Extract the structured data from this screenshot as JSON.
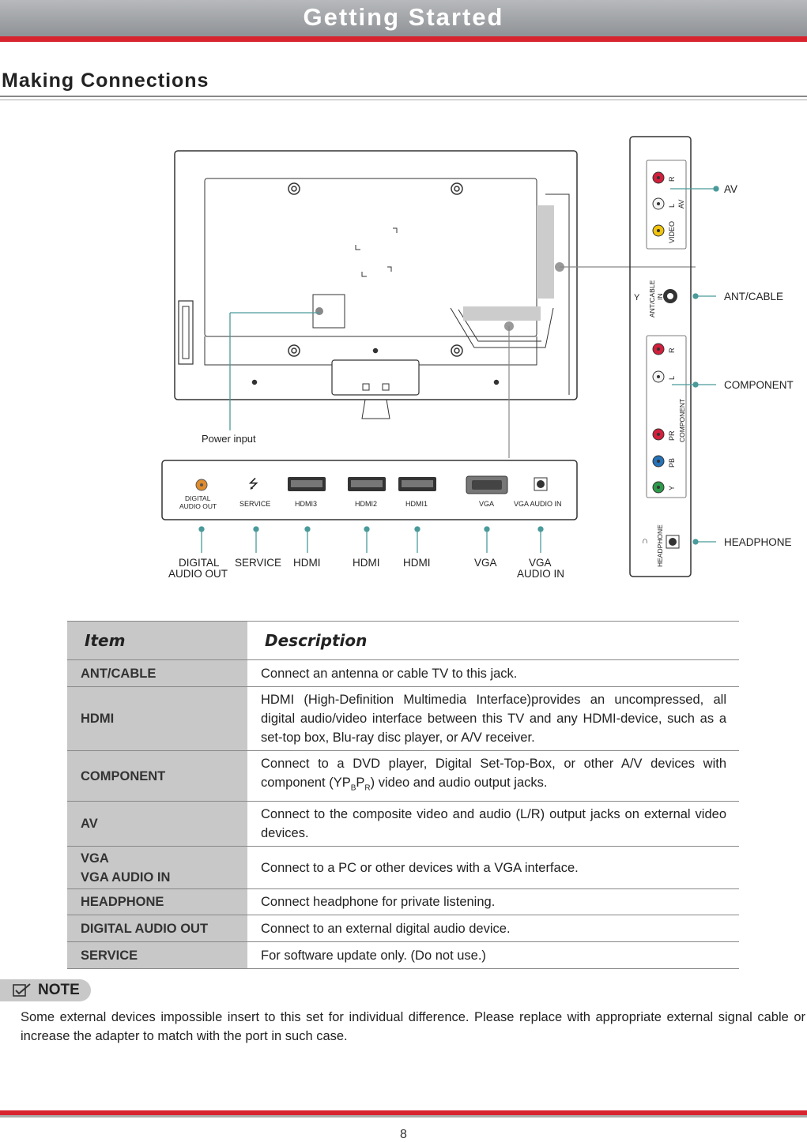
{
  "header": {
    "title": "Getting Started"
  },
  "section": {
    "title": "Making Connections"
  },
  "diagram": {
    "power_input": "Power input",
    "panel_labels": {
      "digital_audio_out_1": "DIGITAL",
      "digital_audio_out_2": "AUDIO OUT",
      "service": "SERVICE",
      "hdmi3": "HDMI3",
      "hdmi2": "HDMI2",
      "hdmi1": "HDMI1",
      "vga": "VGA",
      "vga_audio_in": "VGA AUDIO IN"
    },
    "callouts": {
      "digital_1": "DIGITAL",
      "digital_2": "AUDIO OUT",
      "service": "SERVICE",
      "hdmi_a": "HDMI",
      "hdmi_b": "HDMI",
      "hdmi_c": "HDMI",
      "vga": "VGA",
      "vga_audio_1": "VGA",
      "vga_audio_2": "AUDIO IN"
    },
    "side_panel": {
      "r": "R",
      "l": "L",
      "av": "AV",
      "video": "VIDEO",
      "ant_cable_1": "ANT/CABLE",
      "ant_cable_2": "IN",
      "comp_r": "R",
      "comp_l": "L",
      "pr": "PR",
      "pb": "PB",
      "y": "Y",
      "component": "COMPONENT",
      "headphone": "HEADPHONE"
    },
    "side_callouts": {
      "av": "AV",
      "ant_cable": "ANT/CABLE",
      "component": "COMPONENT",
      "headphone": "HEADPHONE"
    }
  },
  "table": {
    "headers": {
      "item": "Item",
      "description": "Description"
    },
    "rows": [
      {
        "item": "ANT/CABLE",
        "description": "Connect an antenna or cable TV to this jack."
      },
      {
        "item": "HDMI",
        "description": "HDMI (High-Definition Multimedia Interface)provides an uncompressed, all digital audio/video interface between this TV and any HDMI-device, such as a set-top box, Blu-ray disc player, or A/V receiver."
      },
      {
        "item": "COMPONENT",
        "description_pre": "Connect to a DVD player, Digital Set-Top-Box, or other A/V devices with component (YP",
        "sub_b": "B",
        "description_mid": "P",
        "sub_r": "R",
        "description_post": ") video and audio output jacks."
      },
      {
        "item": "AV",
        "description": "Connect to the composite video and audio (L/R) output jacks on external video devices."
      },
      {
        "item_1": "VGA",
        "item_2": "VGA AUDIO IN",
        "description": "Connect to a PC or other devices with a VGA interface."
      },
      {
        "item": "HEADPHONE",
        "description": "Connect headphone for private listening."
      },
      {
        "item": "DIGITAL AUDIO OUT",
        "description": "Connect to an external digital audio device."
      },
      {
        "item": "SERVICE",
        "description": "For software update only. (Do not use.)"
      }
    ]
  },
  "note": {
    "label": "NOTE",
    "text": "Some external devices impossible insert to this set for individual difference. Please replace with appropriate external signal cable or increase the adapter to match with the port in such case."
  },
  "footer": {
    "page_number": "8"
  },
  "colors": {
    "accent_red": "#d7242f",
    "header_grey": "#a3a6a9",
    "table_grey": "#c8c8c8",
    "callout_teal": "#4a9a9a"
  }
}
